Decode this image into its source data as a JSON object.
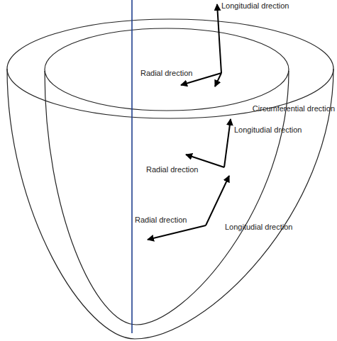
{
  "diagram": {
    "labels": [
      "Longitudial drection",
      "Radial drection",
      "Circumferential drection",
      "Longitudial drection",
      "Radial drection",
      "Radial drection",
      "Longitudial drection"
    ]
  }
}
